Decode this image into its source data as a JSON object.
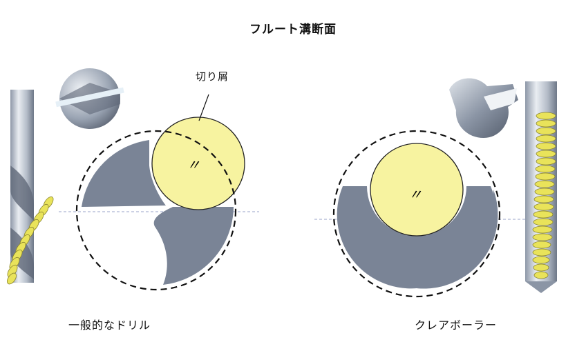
{
  "title": "フルート溝断面",
  "callout": {
    "chip_label": "切り屑"
  },
  "left_panel": {
    "caption": "一般的なドリル",
    "chip_mark": "〃"
  },
  "right_panel": {
    "caption": "クレアボーラー",
    "chip_mark": "〃"
  },
  "colors": {
    "body_gray": "#7a8496",
    "chip_yellow": "#f7f3a0",
    "chip_outline": "#222222",
    "dashed": "#111111",
    "centerline": "#9aa3c8"
  },
  "icons": [
    "drill-shank-left-icon",
    "drill-tip-left-icon",
    "drill-shank-right-icon",
    "drill-tip-right-icon"
  ]
}
